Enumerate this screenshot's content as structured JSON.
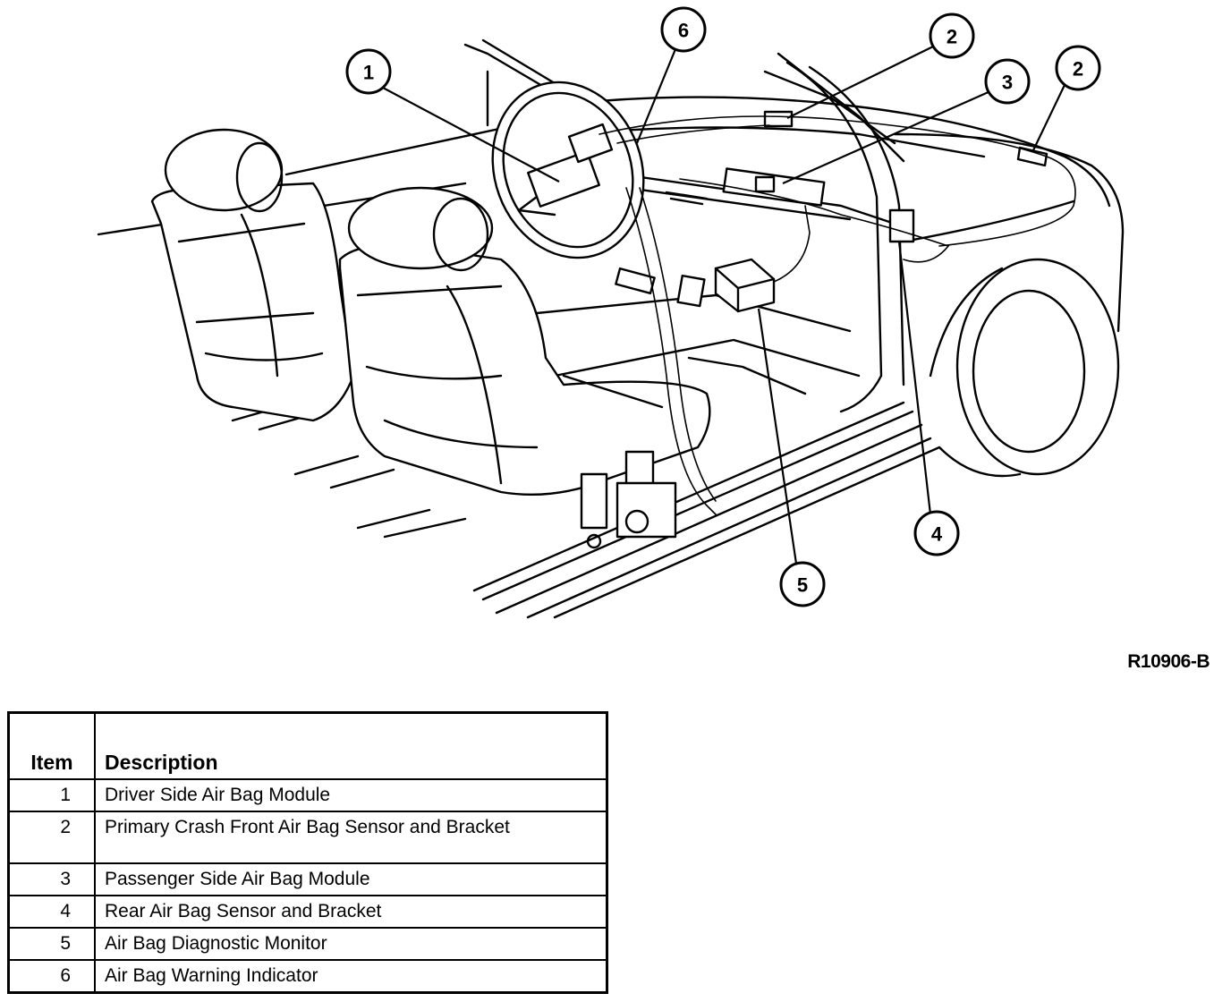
{
  "figure_code": "R10906-B",
  "callouts": [
    {
      "num": "1"
    },
    {
      "num": "6"
    },
    {
      "num": "2"
    },
    {
      "num": "3"
    },
    {
      "num": "2"
    },
    {
      "num": "4"
    },
    {
      "num": "5"
    }
  ],
  "legend": {
    "header_item": "Item",
    "header_description": "Description",
    "rows": [
      {
        "item": "1",
        "description": "Driver Side Air Bag Module"
      },
      {
        "item": "2",
        "description": "Primary Crash Front Air Bag Sensor and Bracket"
      },
      {
        "item": "3",
        "description": "Passenger Side Air Bag Module"
      },
      {
        "item": "4",
        "description": "Rear Air Bag Sensor and Bracket"
      },
      {
        "item": "5",
        "description": "Air Bag Diagnostic Monitor"
      },
      {
        "item": "6",
        "description": "Air Bag Warning Indicator"
      }
    ]
  }
}
